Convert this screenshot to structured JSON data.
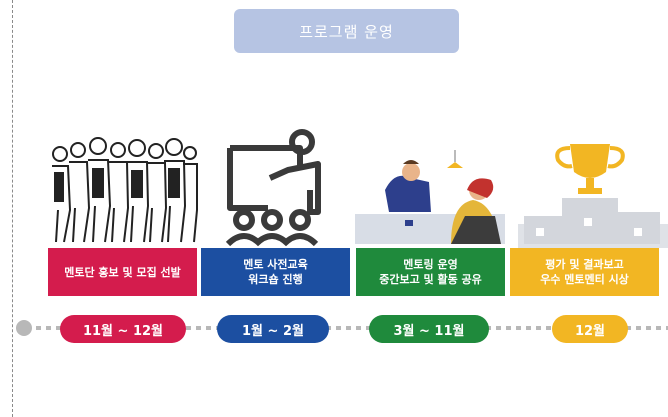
{
  "title": "프로그램 운영",
  "stages": [
    {
      "label": "멘토단 홍보 및 모집 선발",
      "period": "11월 ~ 12월",
      "color": "#d41c4d",
      "icon": "crowd-people-icon"
    },
    {
      "label": "멘토 사전교육\n워크숍 진행",
      "period": "1월 ~ 2월",
      "color": "#1c4fa1",
      "icon": "teacher-presentation-icon"
    },
    {
      "label": "멘토링 운영\n중간보고 및 활동 공유",
      "period": "3월 ~ 11월",
      "color": "#1f8a3c",
      "icon": "mentoring-meeting-icon"
    },
    {
      "label": "평가 및 결과보고\n우수 멘토멘티 시상",
      "period": "12월",
      "color": "#f2b623",
      "icon": "trophy-podium-icon"
    }
  ]
}
